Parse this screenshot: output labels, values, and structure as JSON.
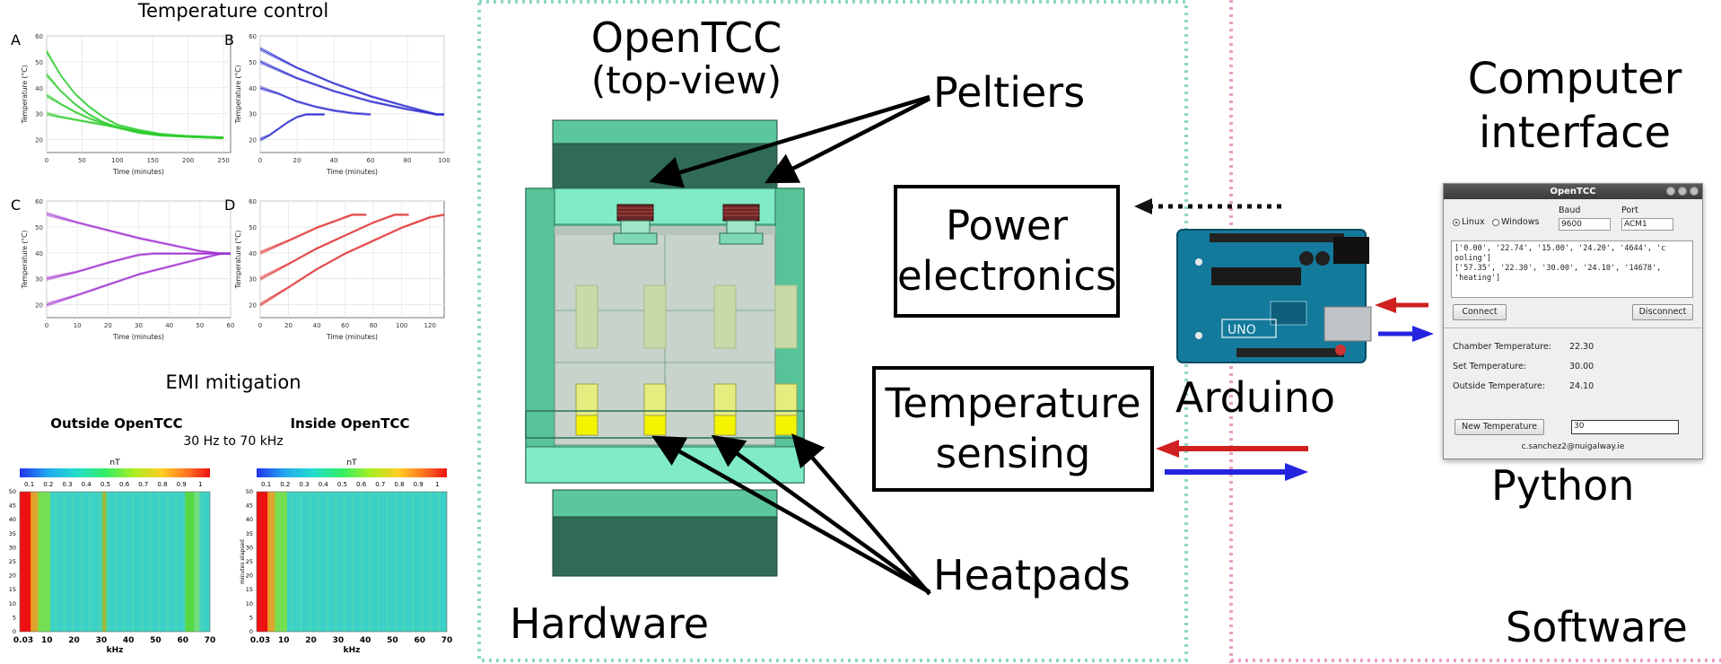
{
  "left": {
    "temp_title": "Temperature control",
    "panel_letters": [
      "A",
      "B",
      "C",
      "D"
    ],
    "ylabel": "Temperature (°C)",
    "xlabel": "Time (minutes)",
    "emi_title": "EMI mitigation",
    "emi_outside": "Outside OpenTCC",
    "emi_inside": "Inside OpenTCC",
    "emi_range": "30 Hz to 70 kHz",
    "emi_unit": "nT",
    "emi_xlabel": "kHz",
    "emi_ylabel": "minutes elapsed"
  },
  "chart_data": [
    {
      "type": "line",
      "panel": "A",
      "color": "#2ecc2e",
      "xlabel": "Time (minutes)",
      "ylabel": "Temperature (°C)",
      "xlim": [
        0,
        260
      ],
      "ylim": [
        15,
        60
      ],
      "x_ticks": [
        "0",
        "50",
        "100",
        "150",
        "200",
        "250"
      ],
      "y_ticks": [
        "20",
        "30",
        "40",
        "50",
        "60"
      ],
      "series": [
        {
          "x": [
            0,
            20,
            40,
            60,
            80,
            100,
            130,
            160,
            200,
            250
          ],
          "values": [
            54,
            45,
            38,
            33,
            29,
            26,
            24,
            22.5,
            21.5,
            21
          ]
        },
        {
          "x": [
            0,
            20,
            40,
            60,
            80,
            100,
            130,
            160,
            200,
            250
          ],
          "values": [
            45,
            39,
            34,
            30,
            27,
            25,
            23,
            22,
            21.5,
            21
          ]
        },
        {
          "x": [
            0,
            20,
            40,
            60,
            80,
            100,
            130,
            160,
            200,
            250
          ],
          "values": [
            37,
            34,
            31,
            28.5,
            26.5,
            25,
            23,
            22,
            21.5,
            21
          ]
        },
        {
          "x": [
            0,
            20,
            40,
            60,
            80,
            100,
            130,
            160,
            200,
            250
          ],
          "values": [
            30,
            29,
            28,
            27,
            26,
            25,
            23.5,
            22,
            21.5,
            21
          ]
        }
      ]
    },
    {
      "type": "line",
      "panel": "B",
      "color": "#2a2ad0",
      "xlabel": "Time (minutes)",
      "ylabel": "Temperature (°C)",
      "xlim": [
        0,
        100
      ],
      "ylim": [
        15,
        60
      ],
      "x_ticks": [
        "0",
        "20",
        "40",
        "60",
        "80",
        "100"
      ],
      "y_ticks": [
        "20",
        "30",
        "40",
        "50",
        "60"
      ],
      "series": [
        {
          "x": [
            0,
            20,
            40,
            60,
            80,
            96,
            100
          ],
          "values": [
            55,
            48,
            42,
            37,
            33,
            30,
            30
          ]
        },
        {
          "x": [
            0,
            20,
            40,
            60,
            80,
            96,
            100
          ],
          "values": [
            50,
            44,
            39,
            35,
            32,
            30,
            30
          ]
        },
        {
          "x": [
            0,
            10,
            20,
            30,
            40,
            50,
            60
          ],
          "values": [
            40,
            38,
            35,
            33,
            31.5,
            30.5,
            30
          ]
        },
        {
          "x": [
            0,
            5,
            10,
            15,
            20,
            25,
            30,
            35
          ],
          "values": [
            20,
            22,
            24.5,
            27,
            29,
            30,
            30,
            30
          ]
        }
      ]
    },
    {
      "type": "line",
      "panel": "C",
      "color": "#a030d0",
      "xlabel": "Time (minutes)",
      "ylabel": "Temperature (°C)",
      "xlim": [
        0,
        60
      ],
      "ylim": [
        15,
        60
      ],
      "x_ticks": [
        "0",
        "10",
        "20",
        "30",
        "40",
        "50",
        "60"
      ],
      "y_ticks": [
        "20",
        "30",
        "40",
        "50",
        "60"
      ],
      "series": [
        {
          "x": [
            0,
            10,
            20,
            30,
            40,
            50,
            57,
            60
          ],
          "values": [
            55,
            52,
            49,
            46,
            43.5,
            41,
            40,
            40
          ]
        },
        {
          "x": [
            0,
            10,
            20,
            30,
            35,
            40,
            60
          ],
          "values": [
            30,
            33,
            36.5,
            39.5,
            40,
            40,
            40
          ]
        },
        {
          "x": [
            0,
            10,
            20,
            30,
            40,
            50,
            57,
            60
          ],
          "values": [
            20,
            24,
            28,
            32,
            35,
            38,
            40,
            40
          ]
        }
      ]
    },
    {
      "type": "line",
      "panel": "D",
      "color": "#e03030",
      "xlabel": "Time (minutes)",
      "ylabel": "Temperature (°C)",
      "xlim": [
        0,
        130
      ],
      "ylim": [
        15,
        60
      ],
      "x_ticks": [
        "0",
        "20",
        "40",
        "60",
        "80",
        "100",
        "120"
      ],
      "y_ticks": [
        "20",
        "30",
        "40",
        "50",
        "60"
      ],
      "series": [
        {
          "x": [
            0,
            20,
            40,
            60,
            65,
            75
          ],
          "values": [
            40,
            45,
            50,
            54,
            55,
            55
          ]
        },
        {
          "x": [
            0,
            20,
            40,
            60,
            80,
            95,
            105
          ],
          "values": [
            30,
            36,
            42,
            47,
            52,
            55,
            55
          ]
        },
        {
          "x": [
            0,
            20,
            40,
            60,
            80,
            100,
            120,
            130
          ],
          "values": [
            20,
            27,
            34,
            40,
            45,
            50,
            54,
            55
          ]
        }
      ]
    },
    {
      "type": "heatmap",
      "panel": "outside",
      "title": "Outside OpenTCC",
      "colorbar_label": "nT",
      "colorbar_ticks": [
        "0.1",
        "0.2",
        "0.3",
        "0.4",
        "0.5",
        "0.6",
        "0.7",
        "0.8",
        "0.9",
        "1"
      ],
      "x_ticks": [
        "0.03",
        "10",
        "20",
        "30",
        "40",
        "50",
        "60",
        "70"
      ],
      "y_ticks": [
        "0",
        "5",
        "10",
        "15",
        "20",
        "25",
        "30",
        "35",
        "40",
        "45",
        "50"
      ],
      "xlabel": "kHz"
    },
    {
      "type": "heatmap",
      "panel": "inside",
      "title": "Inside OpenTCC",
      "colorbar_label": "nT",
      "colorbar_ticks": [
        "0.1",
        "0.2",
        "0.3",
        "0.4",
        "0.5",
        "0.6",
        "0.7",
        "0.8",
        "0.9",
        "1"
      ],
      "x_ticks": [
        "0.03",
        "10",
        "20",
        "30",
        "40",
        "50",
        "60",
        "70"
      ],
      "y_ticks": [
        "0",
        "5",
        "10",
        "15",
        "20",
        "25",
        "30",
        "35",
        "40",
        "45",
        "50"
      ],
      "xlabel": "kHz",
      "ylabel": "minutes elapsed"
    }
  ],
  "middle": {
    "title_line1": "OpenTCC",
    "title_line2": "(top-view)",
    "peltiers": "Peltiers",
    "heatpads": "Heatpads",
    "hardware": "Hardware",
    "power_line1": "Power",
    "power_line2": "electronics",
    "temp_line1": "Temperature",
    "temp_line2": "sensing",
    "arduino": "Arduino",
    "box_colors": {
      "power": "#f3e1e3",
      "sensing": "#fbf3cc"
    }
  },
  "arduino_board": {
    "logo_text": "UNO"
  },
  "right": {
    "title_line1": "Computer",
    "title_line2": "interface",
    "python": "Python",
    "software": "Software",
    "window": {
      "title": "OpenTCC",
      "radio_linux": "Linux",
      "radio_windows": "Windows",
      "baud_label": "Baud",
      "baud_value": "9600",
      "port_label": "Port",
      "port_value": "ACM1",
      "log_line1": "['0.00', '22.74', '15.00', '24.20', '4644', 'c",
      "log_line2": "ooling']",
      "log_line3": "['57.35', '22.30', '30.00', '24.10', '14678',",
      "log_line4": "'heating']",
      "connect": "Connect",
      "disconnect": "Disconnect",
      "chamber_label": "Chamber Temperature:",
      "chamber_value": "22.30",
      "set_label": "Set Temperature:",
      "set_value": "30.00",
      "outside_label": "Outside Temperature:",
      "outside_value": "24.10",
      "new_temp_button": "New Temperature",
      "new_temp_input": "30",
      "email": "c.sanchez2@nuigalway.ie"
    }
  }
}
